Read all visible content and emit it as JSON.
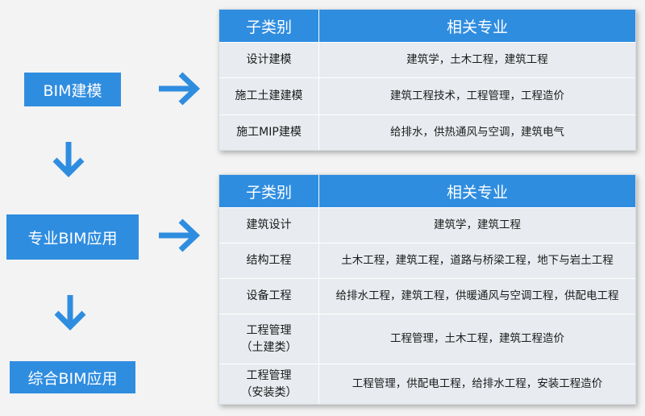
{
  "flow_boxes": [
    {
      "label": "BIM建模"
    },
    {
      "label": "专业BIM应用"
    },
    {
      "label": "综合BIM应用"
    }
  ],
  "tables": [
    {
      "headers": [
        "子类别",
        "相关专业"
      ],
      "rows": [
        [
          "设计建模",
          "建筑学，土木工程，建筑工程"
        ],
        [
          "施工土建建模",
          "建筑工程技术，工程管理，工程造价"
        ],
        [
          "施工MIP建模",
          "给排水，供热通风与空调，建筑电气"
        ]
      ]
    },
    {
      "headers": [
        "子类别",
        "相关专业"
      ],
      "rows": [
        [
          "建筑设计",
          "建筑学，建筑工程"
        ],
        [
          "结构工程",
          "土木工程，建筑工程，道路与桥梁工程，地下与岩土工程"
        ],
        [
          "设备工程",
          "给排水工程，建筑工程，供暖通风与空调工程，供配电工程"
        ],
        [
          "工程管理\n（土建类）",
          "工程管理，土木工程，建筑工程造价"
        ],
        [
          "工程管理\n（安装类）",
          "工程管理，供配电工程，给排水工程，安装工程造价"
        ]
      ]
    }
  ],
  "colors": {
    "accent": "#2f8de0",
    "table_bg": "#e8ecf0",
    "page_bg": "#f3f3f3"
  }
}
